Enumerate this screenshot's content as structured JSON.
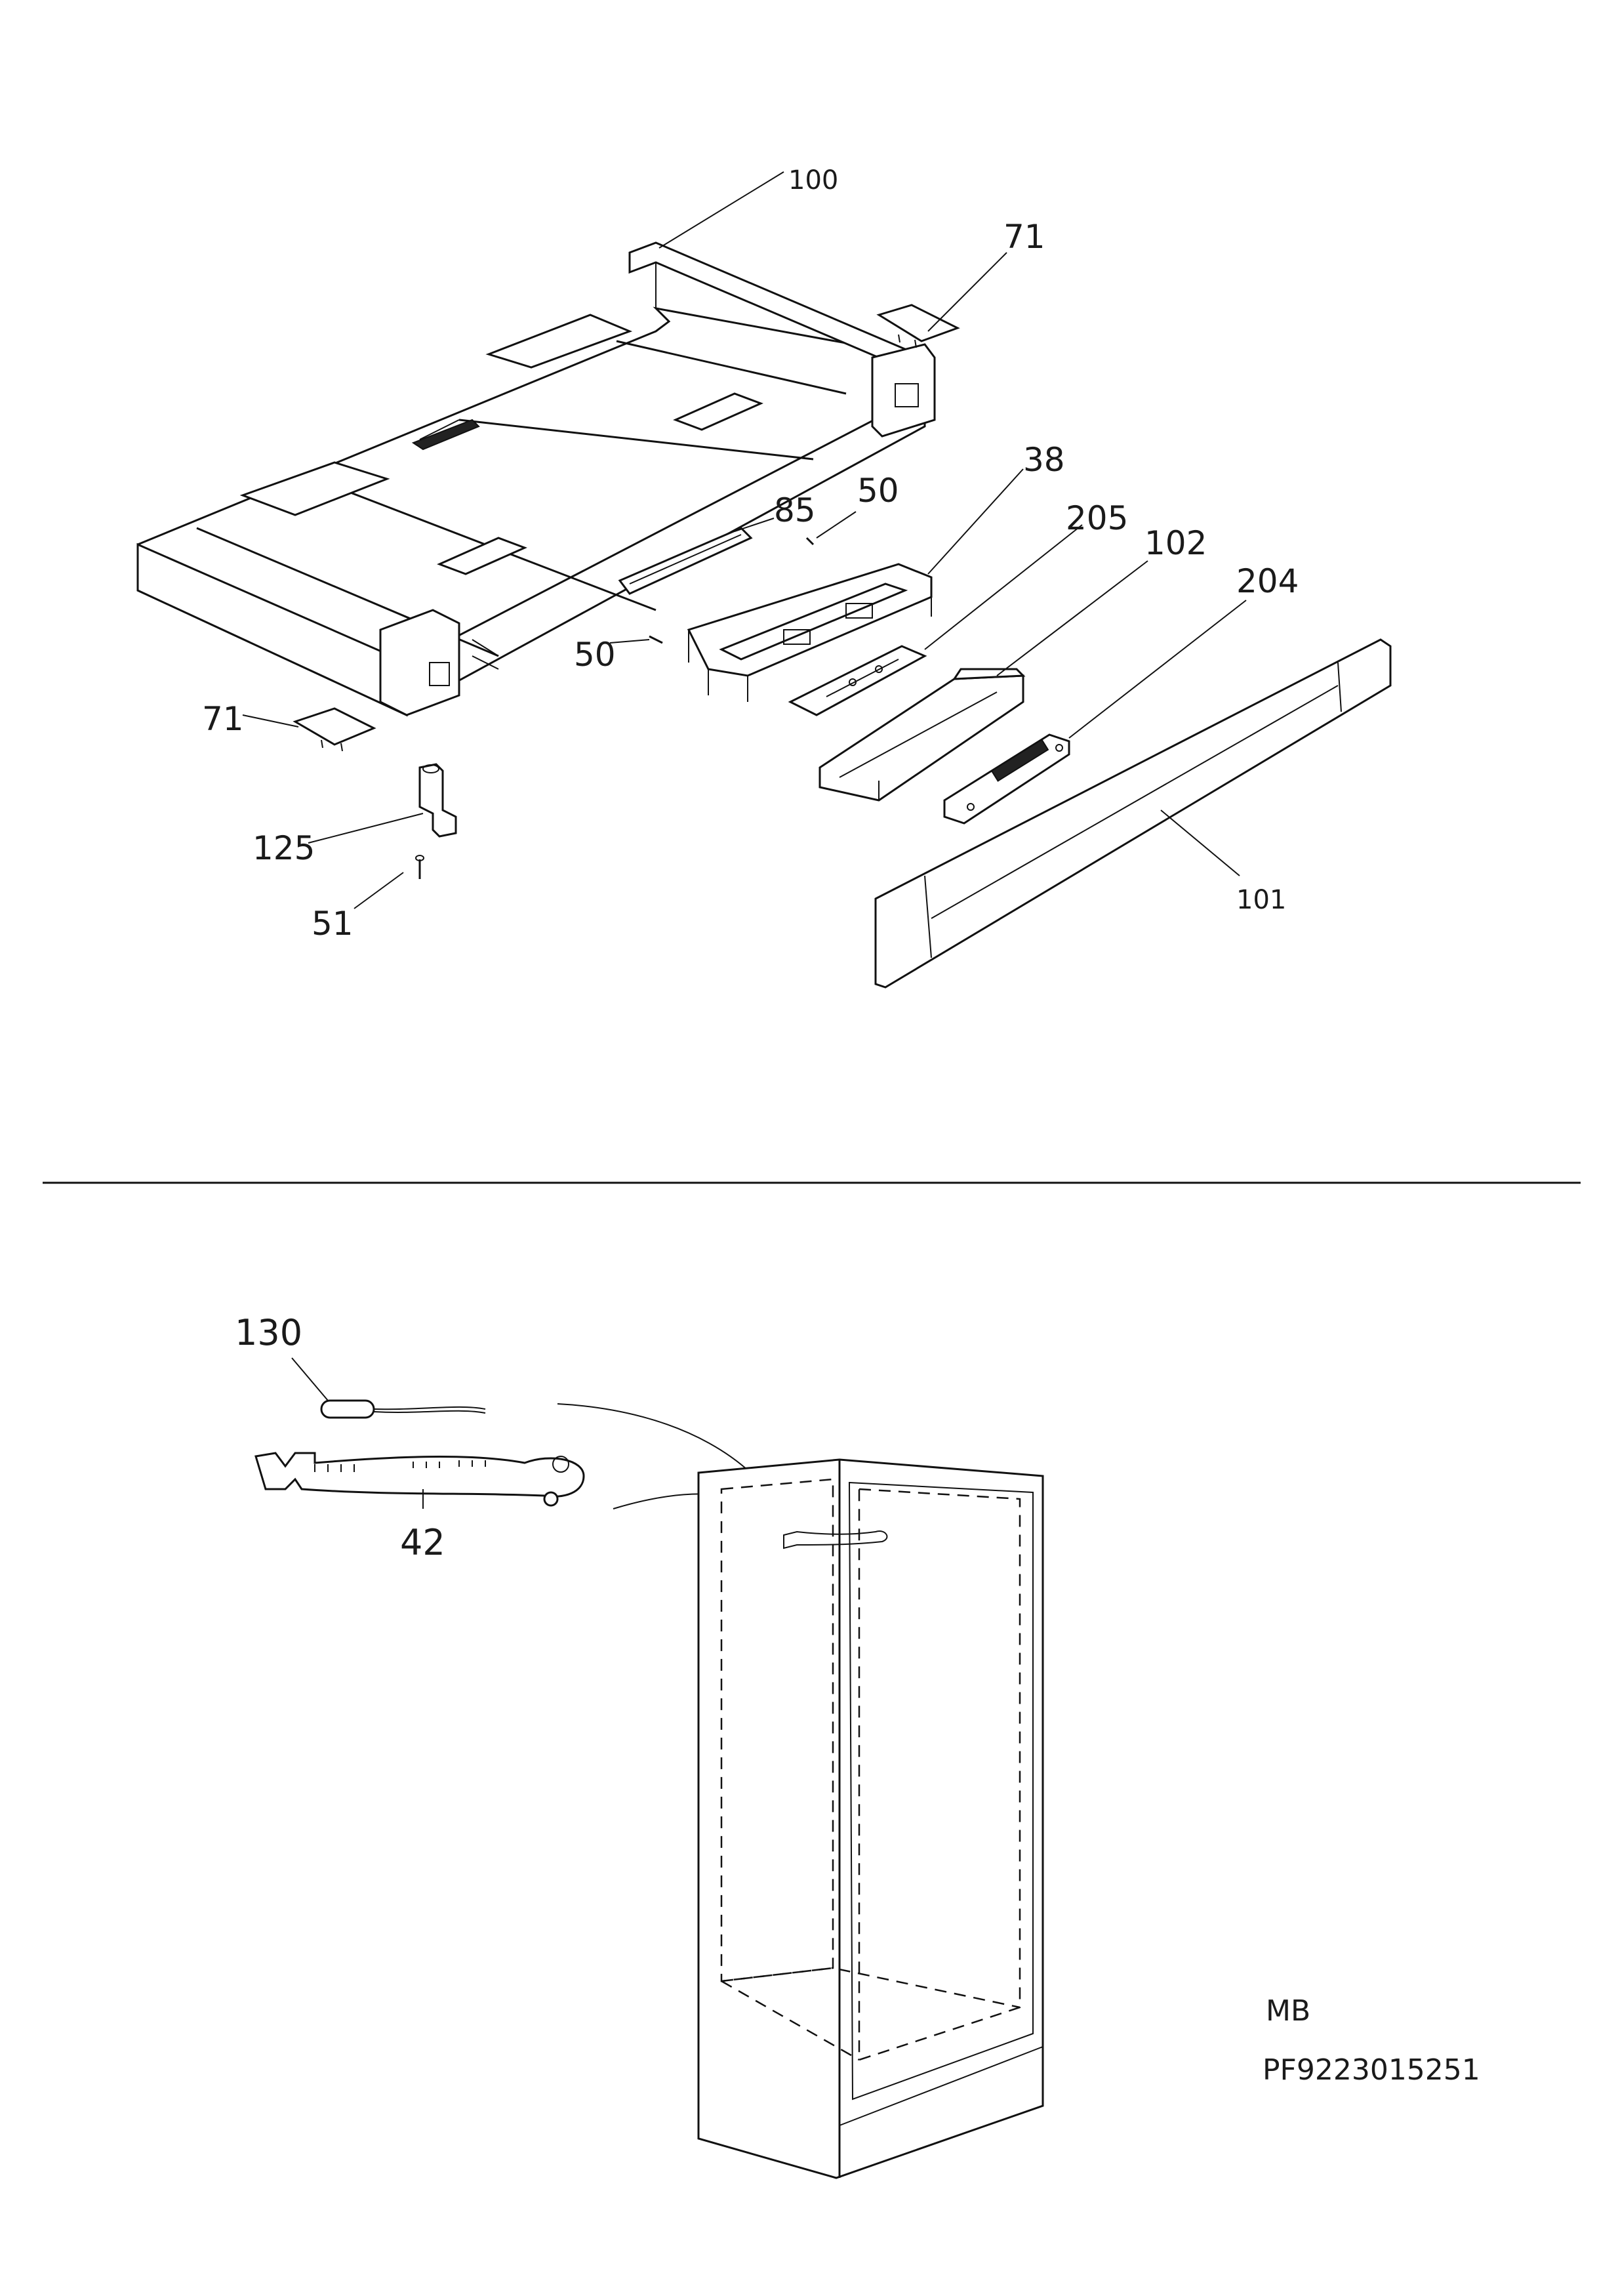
{
  "callouts": {
    "c100": "100",
    "c71_top": "71",
    "c85": "85",
    "c50_top": "50",
    "c38": "38",
    "c205": "205",
    "c102": "102",
    "c204": "204",
    "c50_left": "50",
    "c71_left": "71",
    "c125": "125",
    "c51": "51",
    "c101": "101",
    "c130": "130",
    "c42": "42"
  },
  "footer": {
    "section_code": "MB",
    "part_number": "PF9223015251"
  }
}
